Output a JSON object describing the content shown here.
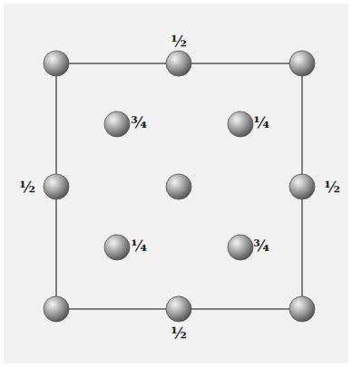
{
  "diagram": {
    "labels": [
      "½",
      "¾",
      "¼",
      "½",
      "½",
      "¼",
      "¾",
      "½"
    ]
  }
}
